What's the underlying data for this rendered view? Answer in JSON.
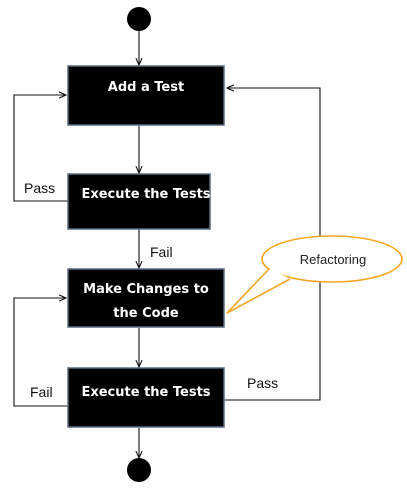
{
  "boxes": {
    "add_test": "Add a Test",
    "execute_tests_1": "Execute the Tests",
    "make_changes_line1": "Make Changes to",
    "make_changes_line2": "the Code",
    "execute_tests_2": "Execute the Tests"
  },
  "edges": {
    "pass_loop": "Pass",
    "fail_down": "Fail",
    "fail_loop": "Fail",
    "pass_refactor": "Pass"
  },
  "callout": {
    "label": "Refactoring"
  },
  "colors": {
    "box_fill": "#000000",
    "box_border": "#5a6b7d",
    "box_text": "#ffffff",
    "line": "#111111",
    "callout_fill": "#ffffff",
    "callout_border": "#f5a623"
  }
}
